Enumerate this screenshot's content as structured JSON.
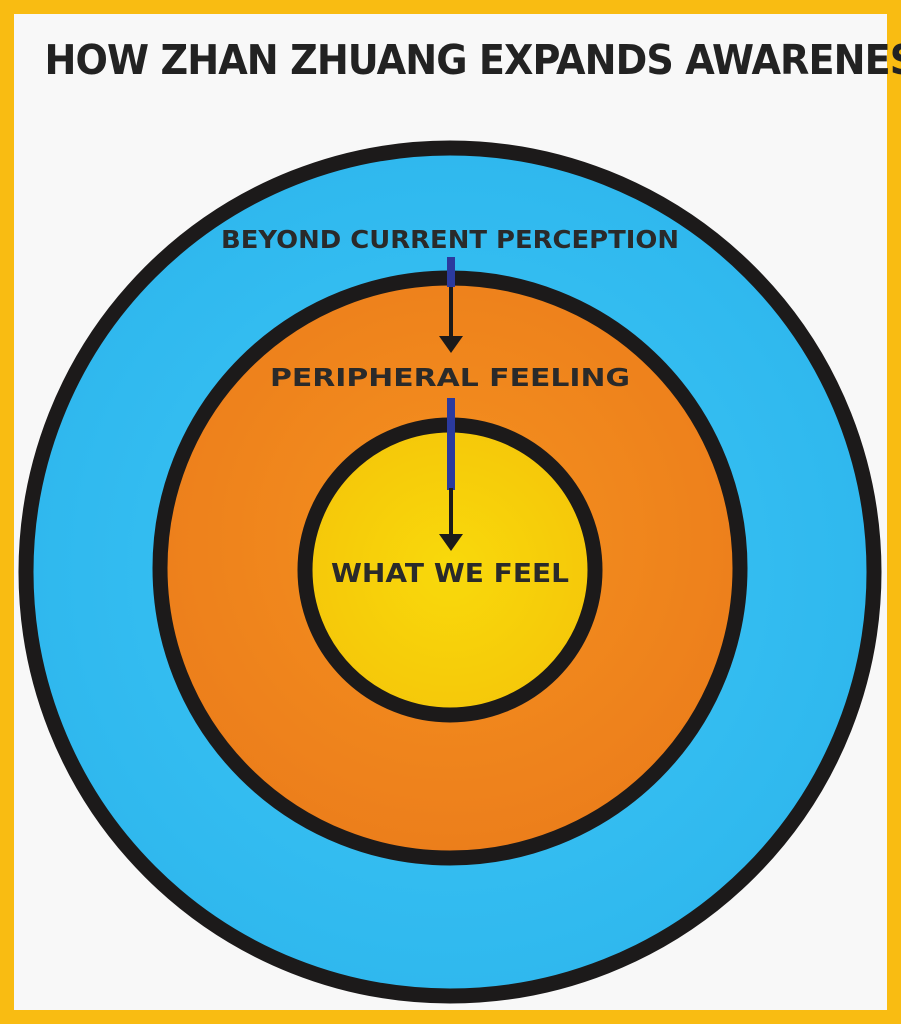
{
  "title": "HOW ZHAN ZHUANG EXPANDS AWARENESS",
  "colors": {
    "frame": "#f9bc12",
    "background": "#f8f8f8",
    "outer_ring": "#34bdf0",
    "middle_ring": "#f0871e",
    "inner_circle": "#f7d00a",
    "ring_border": "#1c1a1a",
    "arrow_shaft": "#2b3a9e",
    "arrow_head": "#1c1a1a",
    "label_text": "#2a2a2a"
  },
  "rings": {
    "outer": {
      "label": "BEYOND CURRENT PERCEPTION"
    },
    "middle": {
      "label": "PERIPHERAL FEELING"
    },
    "inner": {
      "label": "WHAT WE FEEL"
    }
  },
  "arrows": [
    {
      "from": "outer",
      "to": "middle"
    },
    {
      "from": "middle",
      "to": "inner"
    }
  ]
}
